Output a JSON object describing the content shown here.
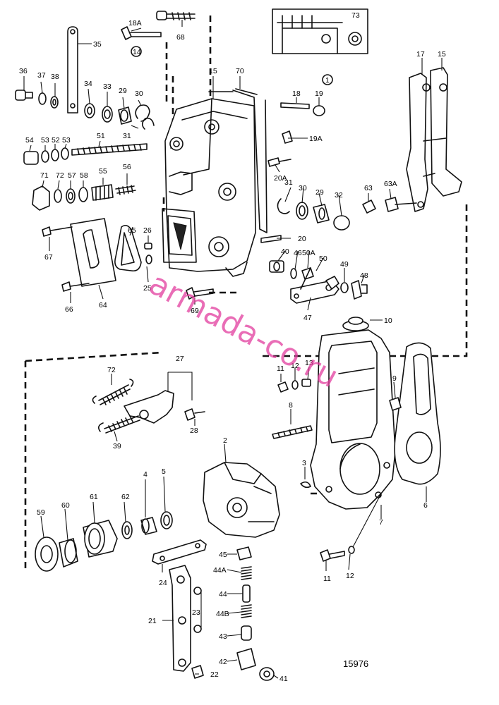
{
  "figure_number": "15976",
  "watermark": "armada-co.ru",
  "circled_refs": [
    "14",
    "1"
  ],
  "part_labels": {
    "p1": "1",
    "p2": "2",
    "p3": "3",
    "p4": "4",
    "p5": "5",
    "p6": "6",
    "p7": "7",
    "p8": "8",
    "p9": "9",
    "p10": "10",
    "p11a": "11",
    "p11b": "11",
    "p12a": "12",
    "p12b": "12",
    "p13": "13",
    "p15a": "15",
    "p15b": "15",
    "p17": "17",
    "p18": "18",
    "p18A": "18A",
    "p19": "19",
    "p19A": "19A",
    "p20": "20",
    "p20A": "20A",
    "p21": "21",
    "p22": "22",
    "p23": "23",
    "p24": "24",
    "p25": "25",
    "p26": "26",
    "p27": "27",
    "p28": "28",
    "p29a": "29",
    "p29b": "29",
    "p30a": "30",
    "p30b": "30",
    "p31a": "31",
    "p31b": "31",
    "p32": "32",
    "p33": "33",
    "p34": "34",
    "p35": "35",
    "p36": "36",
    "p37": "37",
    "p38": "38",
    "p39": "39",
    "p40": "40",
    "p41": "41",
    "p42": "42",
    "p43": "43",
    "p44": "44",
    "p44A": "44A",
    "p44B": "44B",
    "p45": "45",
    "p46": "46",
    "p47": "47",
    "p48": "48",
    "p49": "49",
    "p50": "50",
    "p50A": "50A",
    "p51": "51",
    "p52": "52",
    "p53a": "53",
    "p53b": "53",
    "p54": "54",
    "p56": "56",
    "p55": "55",
    "p57": "57",
    "p58": "58",
    "p59": "59",
    "p60": "60",
    "p61": "61",
    "p62": "62",
    "p63": "63",
    "p63A": "63A",
    "p64": "64",
    "p65": "65",
    "p66": "66",
    "p67": "67",
    "p68": "68",
    "p69": "69",
    "p70": "70",
    "p71": "71",
    "p72a": "72",
    "p72b": "72",
    "p73": "73"
  }
}
